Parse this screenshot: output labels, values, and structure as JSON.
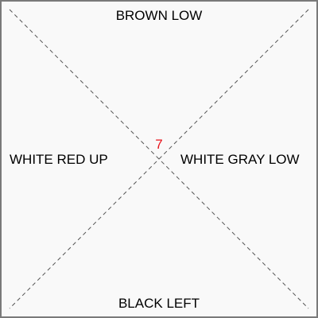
{
  "labels": {
    "top": "BROWN LOW",
    "bottom": "BLACK LEFT",
    "left": "WHITE RED UP",
    "right": "WHITE GRAY LOW"
  },
  "center": {
    "value": "7",
    "color": "#e8141c"
  }
}
